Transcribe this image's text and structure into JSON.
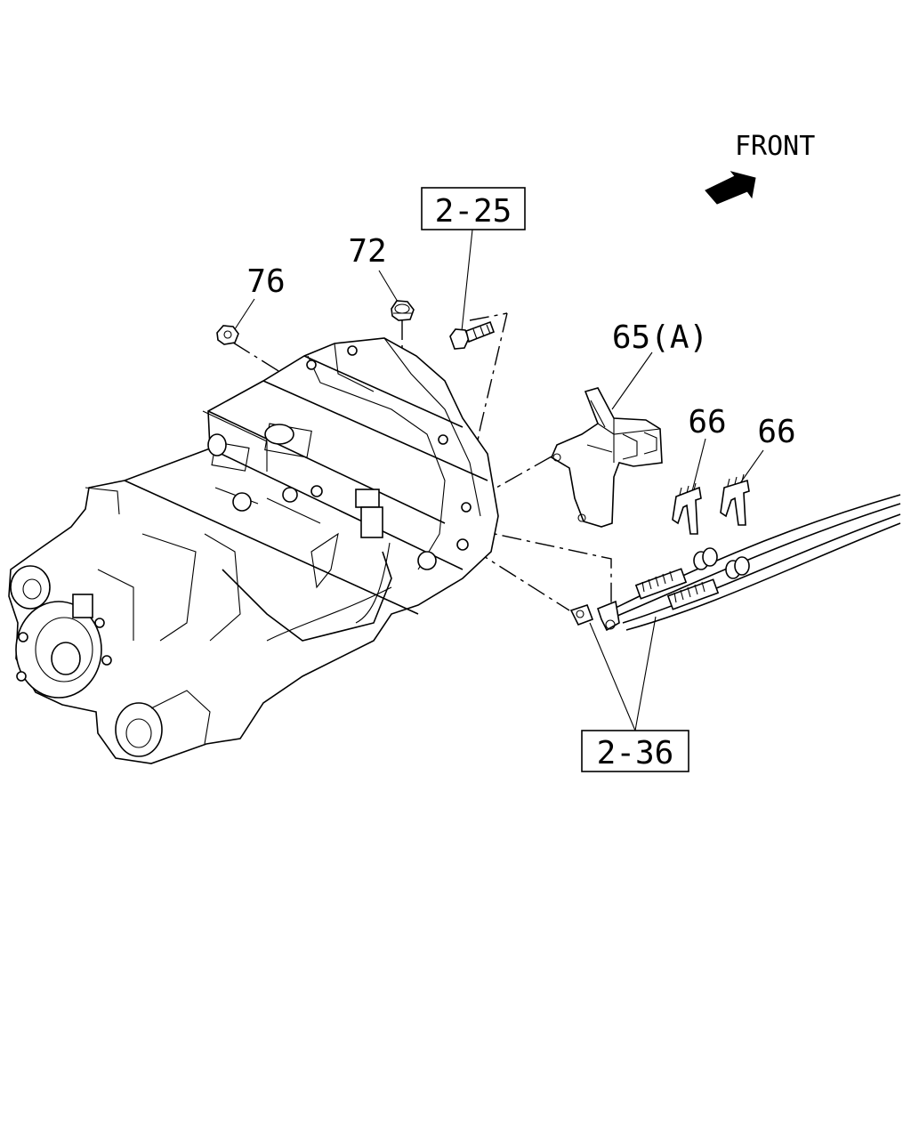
{
  "diagram": {
    "orientation_label": "FRONT",
    "reference_boxes": [
      {
        "id": "ref-2-25",
        "text": "2-25"
      },
      {
        "id": "ref-2-36",
        "text": "2-36"
      }
    ],
    "callouts": [
      {
        "id": "callout-76",
        "text": "76"
      },
      {
        "id": "callout-72",
        "text": "72"
      },
      {
        "id": "callout-65a",
        "text": "65(A)"
      },
      {
        "id": "callout-66a",
        "text": "66"
      },
      {
        "id": "callout-66b",
        "text": "66"
      }
    ]
  }
}
